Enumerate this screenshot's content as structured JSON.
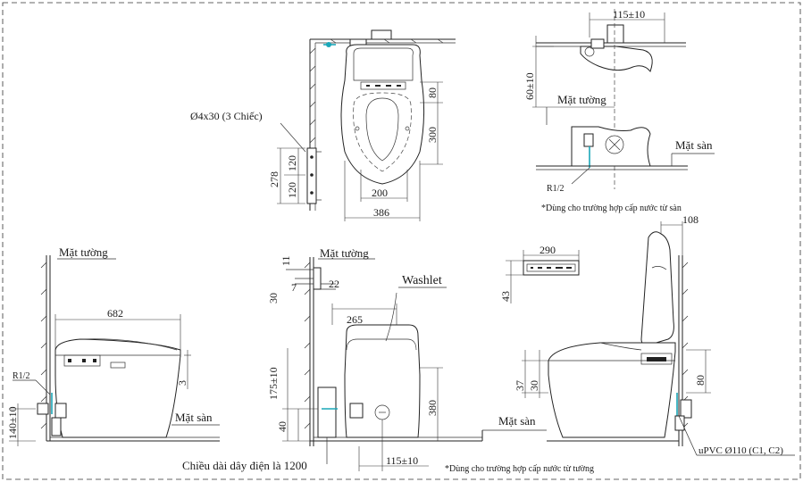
{
  "labels": {
    "screws": "Ø4x30 (3 Chiếc)",
    "wall_top_right": "Mặt tường",
    "floor_top_right": "Mặt sàn",
    "r12_top": "R1/2",
    "note_floor_supply": "*Dùng cho trường hợp cấp nước từ sàn",
    "wall_left": "Mặt tường",
    "floor_left": "Mặt sàn",
    "r12_left": "R1/2",
    "wall_mid": "Mặt tường",
    "washlet": "Washlet",
    "floor_mid": "Mặt sàn",
    "cable_length": "Chiều dài dây điện là 1200",
    "note_wall_supply": "*Dùng cho trường hợp cấp nước từ tường",
    "upvc": "uPVC Ø110 (C1, C2)"
  },
  "dims": {
    "top_80": "80",
    "top_300": "300",
    "top_200": "200",
    "top_386": "386",
    "top_278": "278",
    "top_120a": "120",
    "top_120b": "120",
    "tr_115": "115±10",
    "tr_60": "60±10",
    "left_682": "682",
    "left_3": "3",
    "left_140": "140±10",
    "mid_11": "11",
    "mid_7": "7",
    "mid_22": "22",
    "mid_30": "30",
    "mid_265": "265",
    "mid_175": "175±10",
    "mid_380": "380",
    "mid_40": "40",
    "mid_115": "115±10",
    "right_290": "290",
    "right_43": "43",
    "right_108": "108",
    "right_37": "37",
    "right_30": "30",
    "right_80": "80"
  }
}
